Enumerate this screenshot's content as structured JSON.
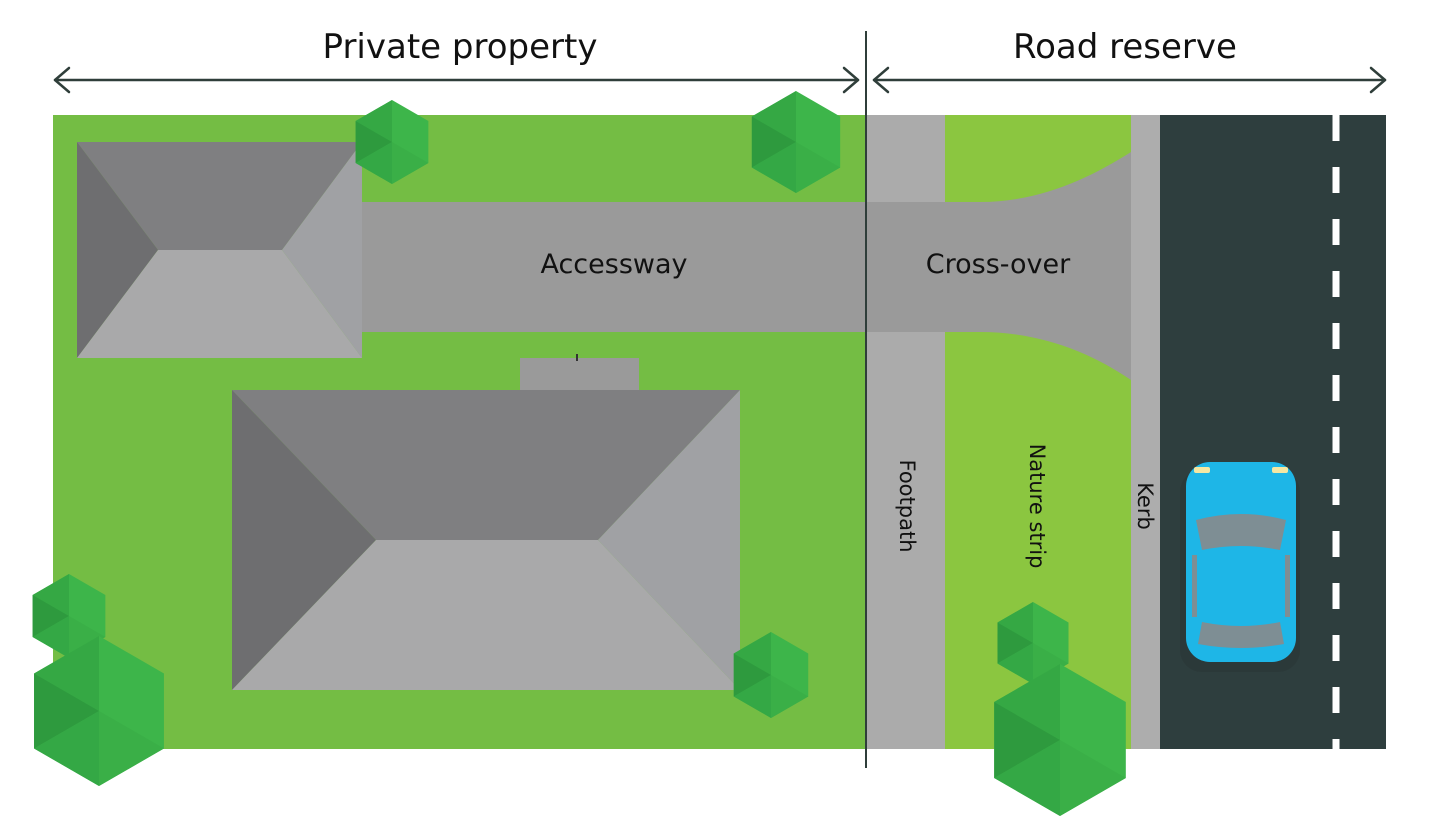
{
  "labels": {
    "private_property": "Private property",
    "road_reserve": "Road reserve",
    "accessway": "Accessway",
    "cross_over": "Cross-over",
    "footpath": "Footpath",
    "nature_strip": "Nature strip",
    "kerb": "Kerb"
  },
  "colors": {
    "lawn": "#74BD44",
    "nature_strip": "#8BC640",
    "paving": "#9A9A9A",
    "footpath": "#ABABAB",
    "kerb": "#ADADAD",
    "road": "#2E3E3E",
    "lane_marking": "#FFFFFF",
    "roof_dark": "#6E6E70",
    "roof_mid": "#7F7F81",
    "roof_light": "#A9A9AA",
    "roof_side": "#A0A1A4",
    "tree_light": "#3DB54A",
    "tree_dark": "#2E9A3E",
    "car_body": "#1EB6E7",
    "car_glass": "#7E8E94",
    "dimension_line": "#2F3E3A"
  },
  "icons": {
    "tree": "tree-icon",
    "car": "car-icon"
  }
}
